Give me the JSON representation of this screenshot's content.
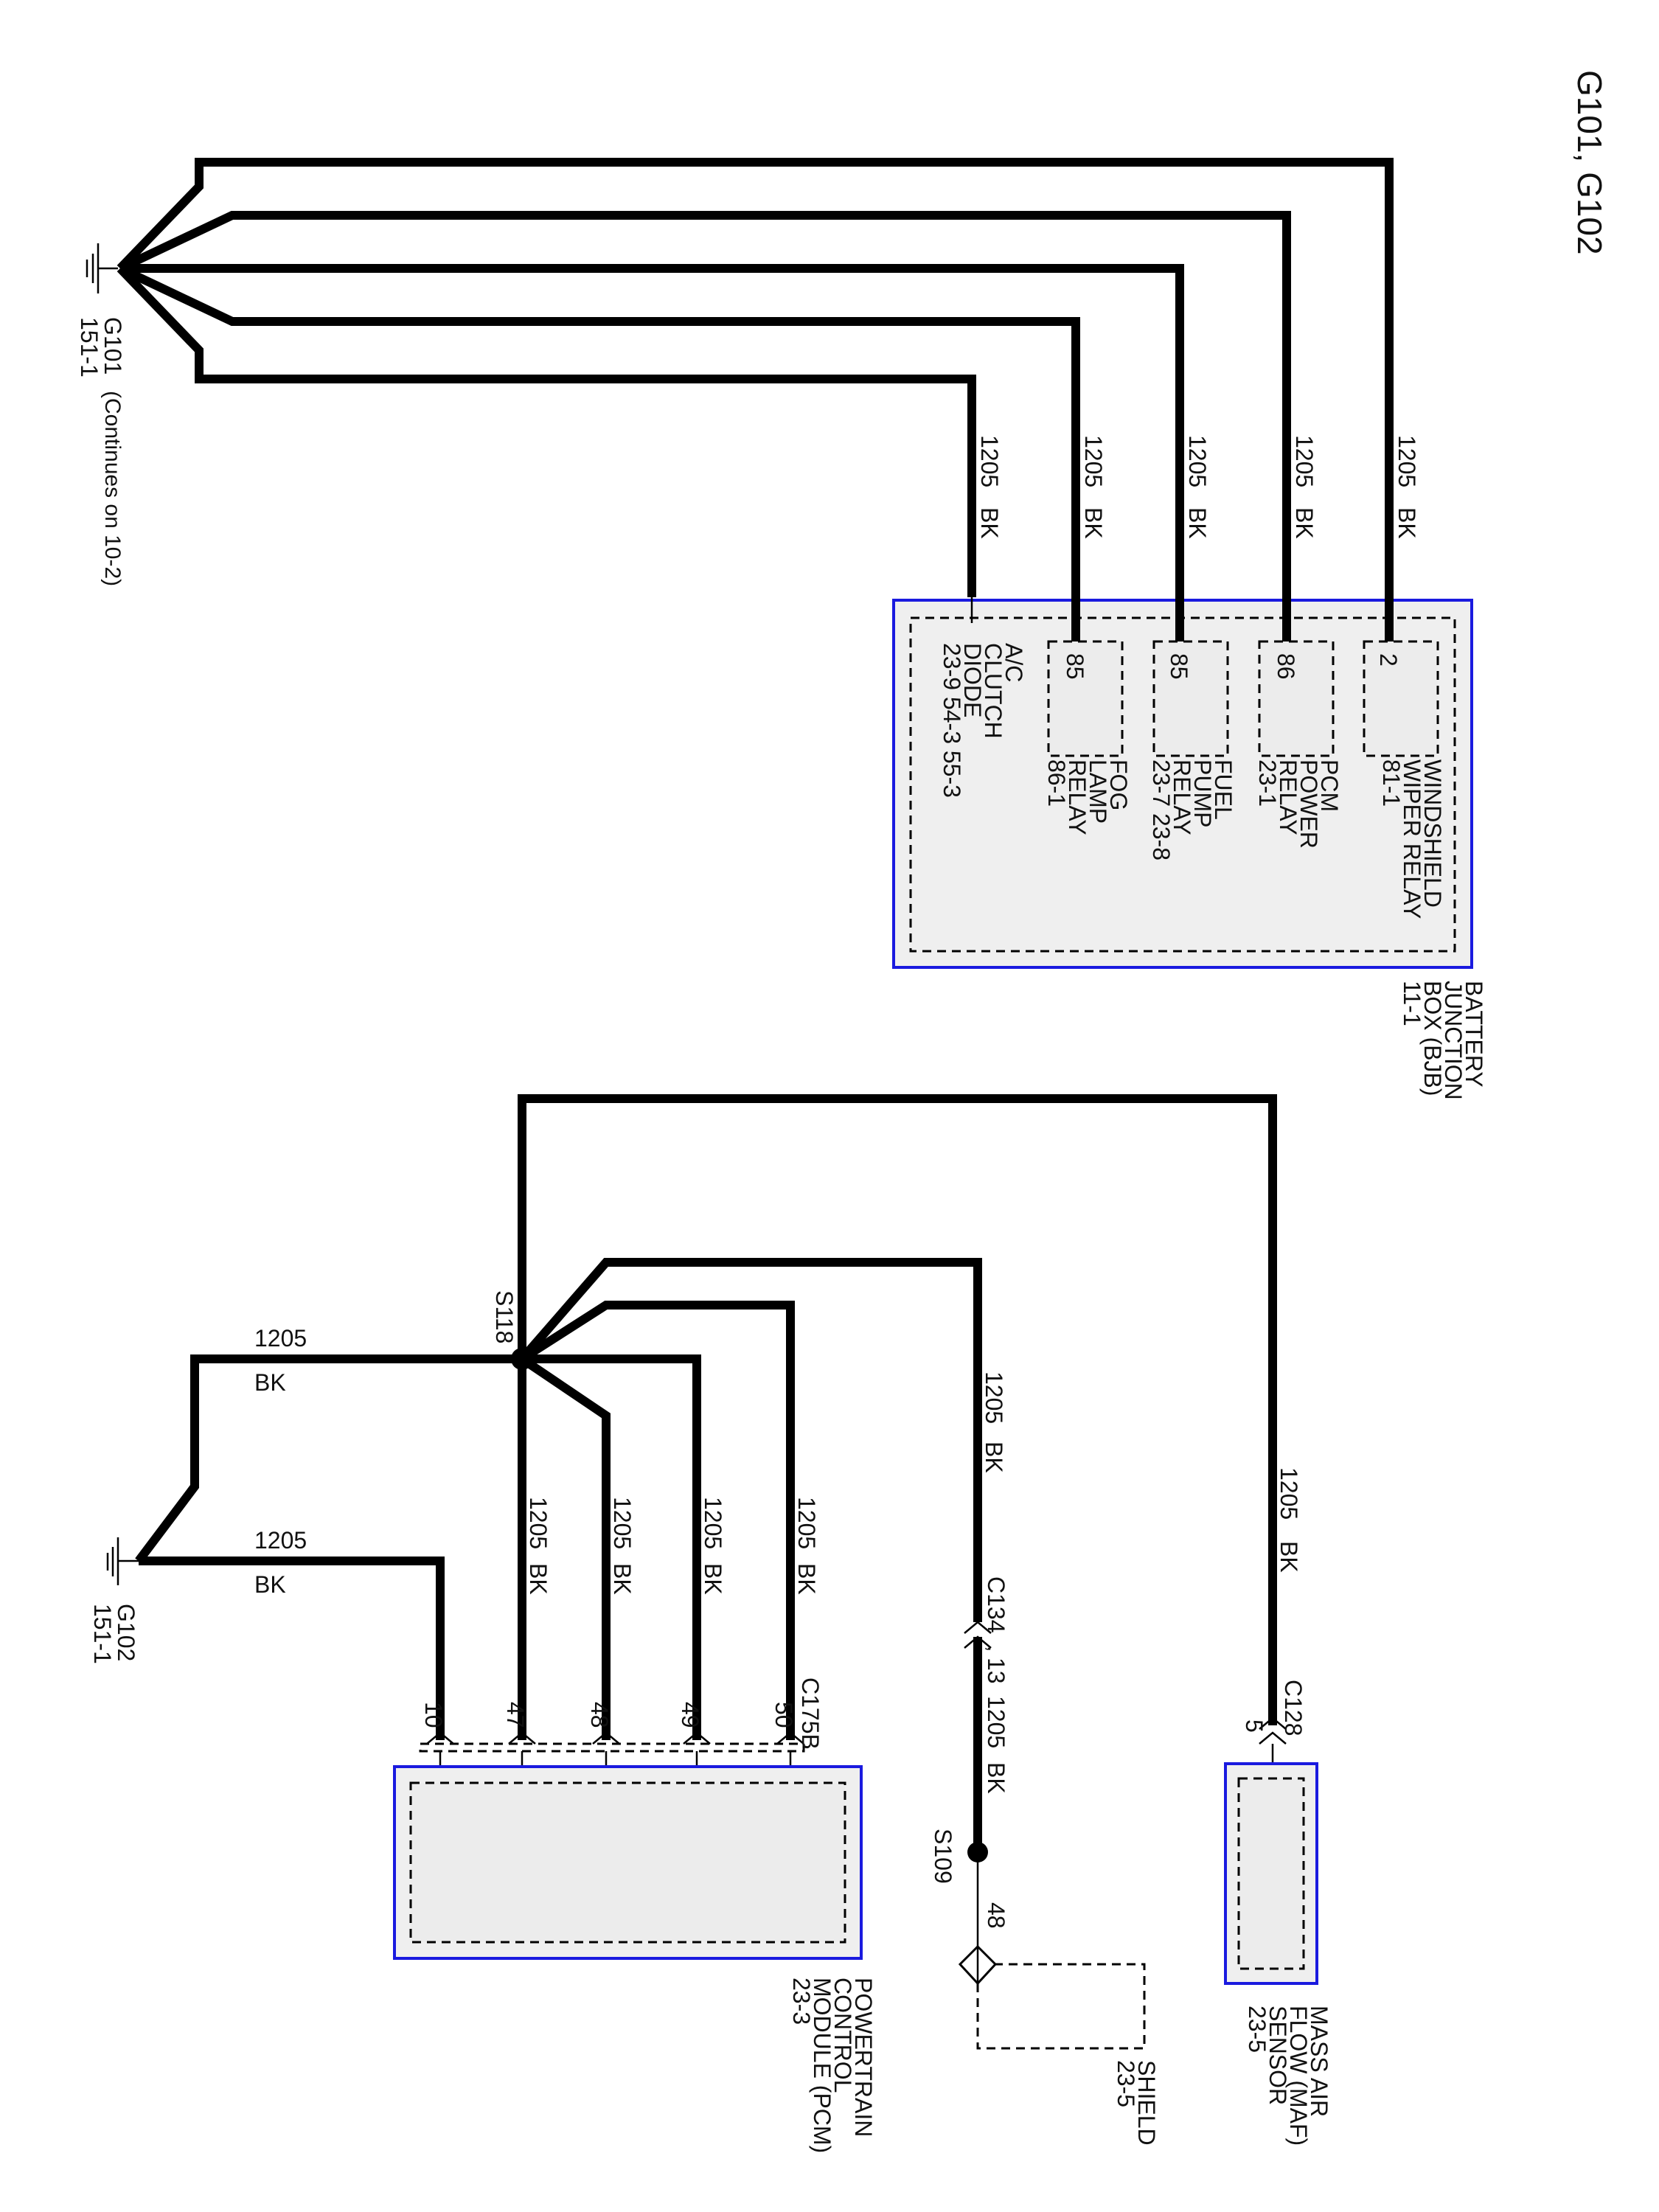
{
  "page": {
    "title": "G101, G102"
  },
  "ground_g101": {
    "name": "G101",
    "ref": "151-1",
    "note": "(Continues on 10-2)"
  },
  "ground_g102": {
    "name": "G102",
    "ref": "151-1"
  },
  "wire": {
    "circuit": "1205",
    "color": "BK"
  },
  "bjb": {
    "lines": [
      "BATTERY",
      "JUNCTION",
      "BOX (BJB)",
      "11-1"
    ],
    "relays": [
      {
        "pin": "2",
        "lines": [
          "WINDSHIELD",
          "WIPER RELAY",
          "81-1"
        ]
      },
      {
        "pin": "86",
        "lines": [
          "PCM",
          "POWER",
          "RELAY",
          "23-1"
        ]
      },
      {
        "pin": "85",
        "lines": [
          "FUEL",
          "PUMP",
          "RELAY",
          "23-7   23-8"
        ]
      },
      {
        "pin": "85",
        "lines": [
          "FOG",
          "LAMP",
          "RELAY",
          "86-1"
        ]
      }
    ],
    "diode": {
      "lines": [
        "A/C",
        "CLUTCH",
        "DIODE",
        "23-9    54-3     55-3"
      ]
    }
  },
  "splice_s118": "S118",
  "splice_s109": "S109",
  "pcm": {
    "lines": [
      "POWERTRAIN",
      "CONTROL",
      "MODULE (PCM)",
      "23-3"
    ],
    "connector": "C175B",
    "pins": [
      "10",
      "47",
      "48",
      "49",
      "50"
    ]
  },
  "c134": {
    "name": "C134",
    "pin": "13"
  },
  "shield": {
    "pin": "48",
    "lines": [
      "SHIELD",
      "23-5"
    ]
  },
  "maf": {
    "lines": [
      "MASS AIR",
      "FLOW (MAF)",
      "SENSOR",
      "23-5"
    ],
    "connector": "C128",
    "pin": "5"
  }
}
